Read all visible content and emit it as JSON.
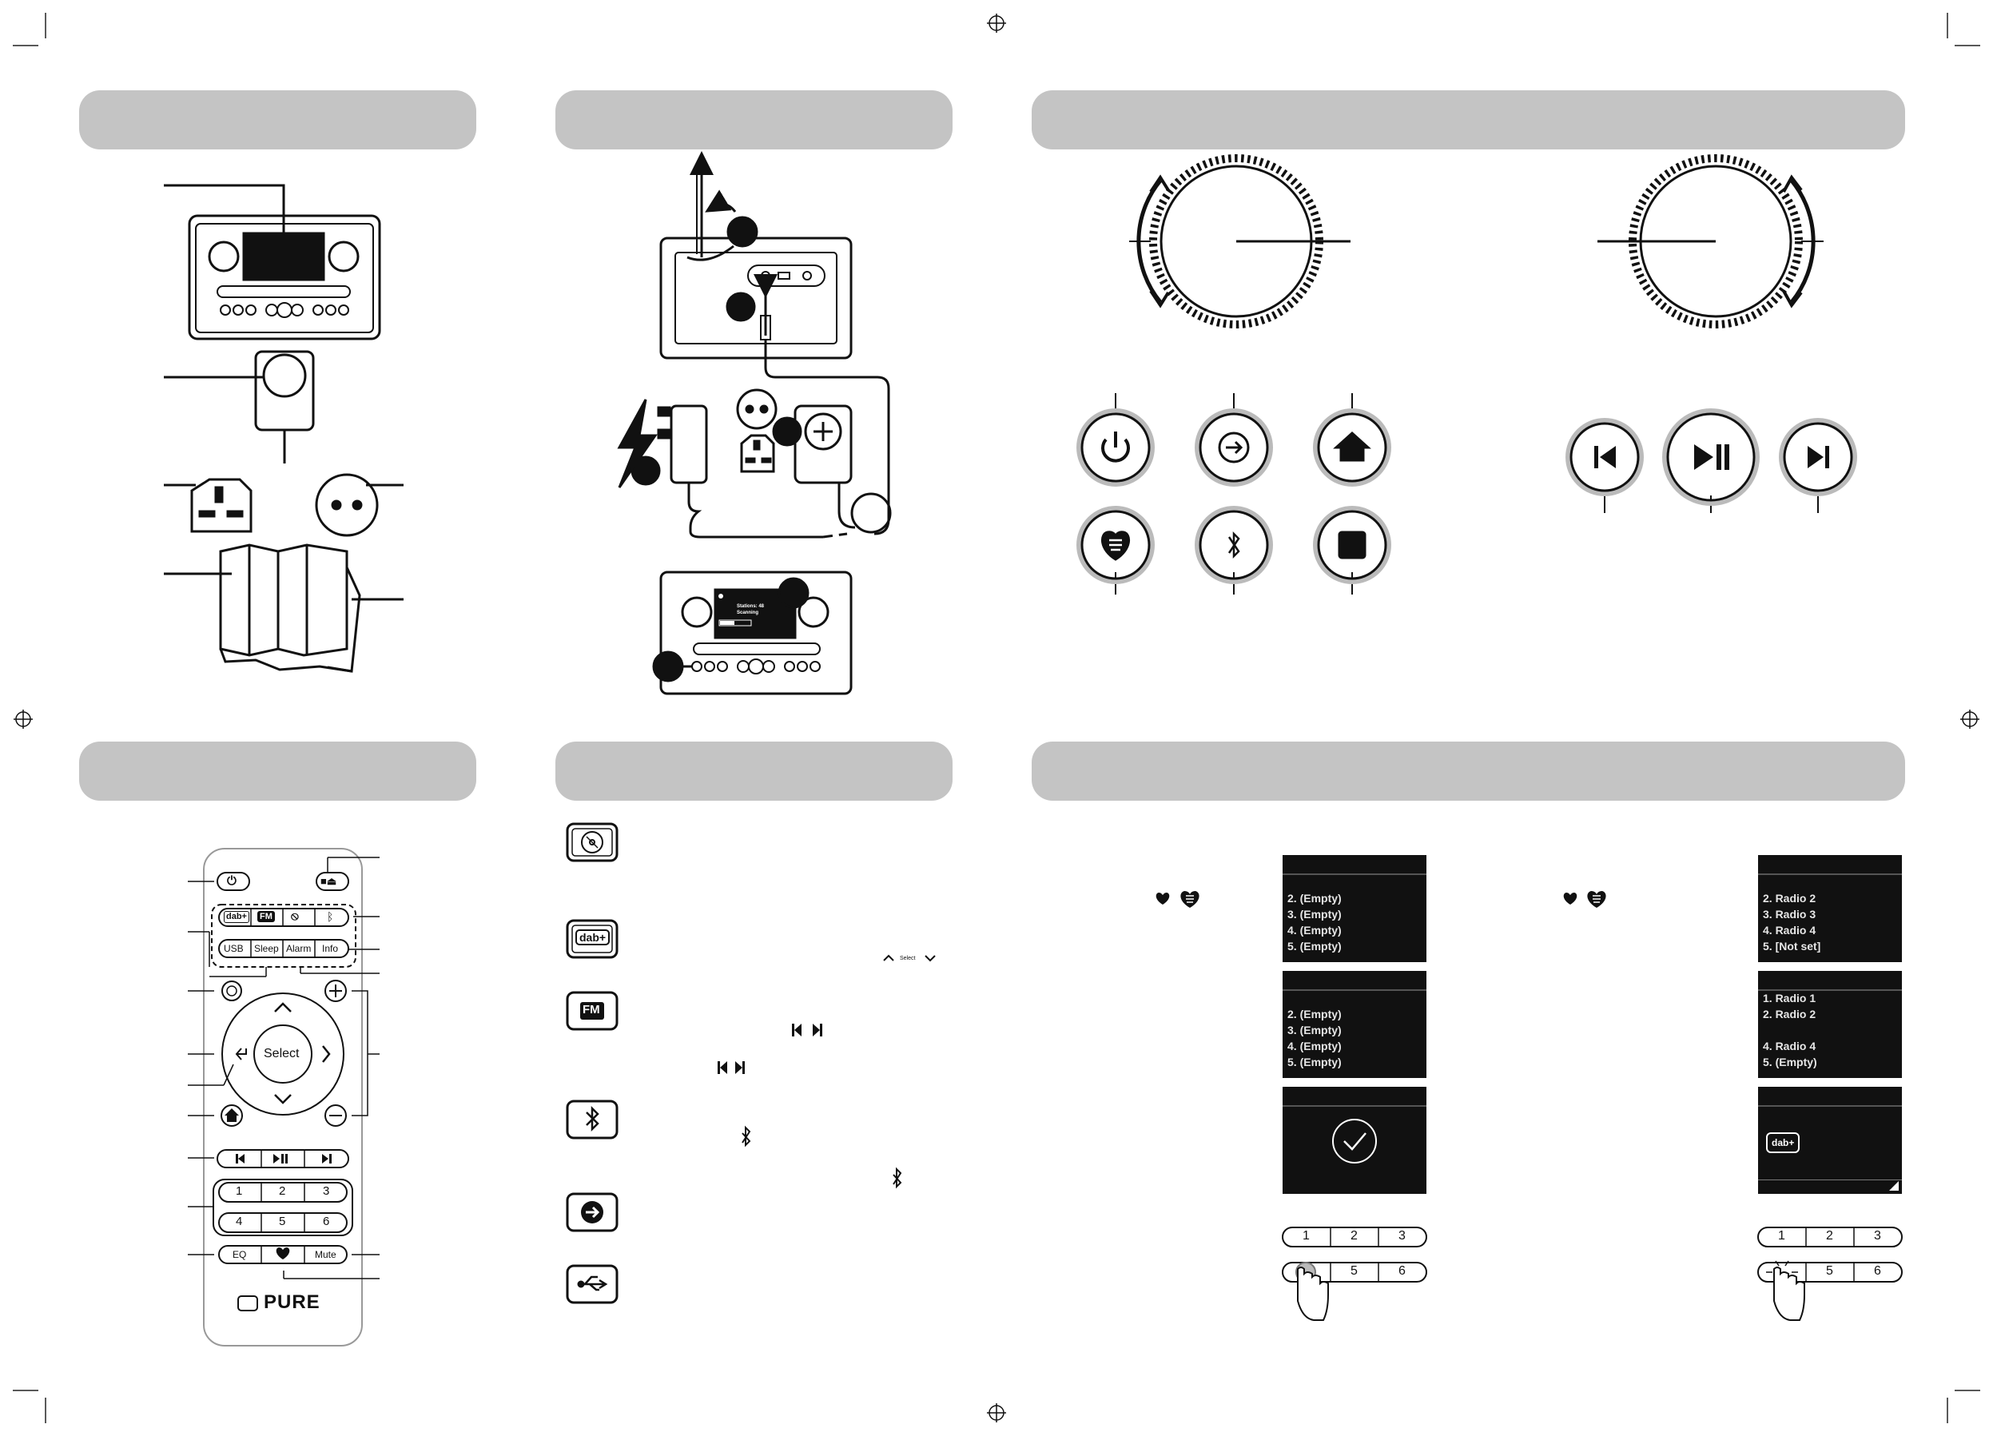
{
  "remote": {
    "buttons": {
      "power": "⏻",
      "eject": "■⏏",
      "dab": "dab+",
      "fm": "FM",
      "cd": "⦸",
      "bluetooth": "ᛒ",
      "usb": "USB",
      "sleep": "Sleep",
      "alarm": "Alarm",
      "info": "Info",
      "select": "Select",
      "eq": "EQ",
      "mute": "Mute",
      "presets": [
        "1",
        "2",
        "3",
        "4",
        "5",
        "6"
      ]
    },
    "brand": "PURE"
  },
  "sources": {
    "select_hint": "Select"
  },
  "screens_left": {
    "screen1": [
      "2.   (Empty)",
      "3.   (Empty)",
      "4.   (Empty)",
      "5.   (Empty)"
    ],
    "screen2": [
      "2.   (Empty)",
      "3.   (Empty)",
      "4.   (Empty)",
      "5.   (Empty)"
    ],
    "keypad": [
      "1",
      "2",
      "3",
      "5",
      "6"
    ]
  },
  "screens_right": {
    "screen1": [
      "2.   Radio 2",
      "3.   Radio 3",
      "4.   Radio 4",
      "5.   [Not set]"
    ],
    "screen2a": [
      "1.   Radio 1",
      "2.   Radio 2"
    ],
    "screen2b": [
      "4.   Radio 4",
      "5.   (Empty)"
    ],
    "dab_logo": "dab+",
    "keypad": [
      "1",
      "2",
      "3",
      "5",
      "6"
    ]
  },
  "device_screen": {
    "line1": "Stations: 48",
    "line2": "Scanning"
  }
}
